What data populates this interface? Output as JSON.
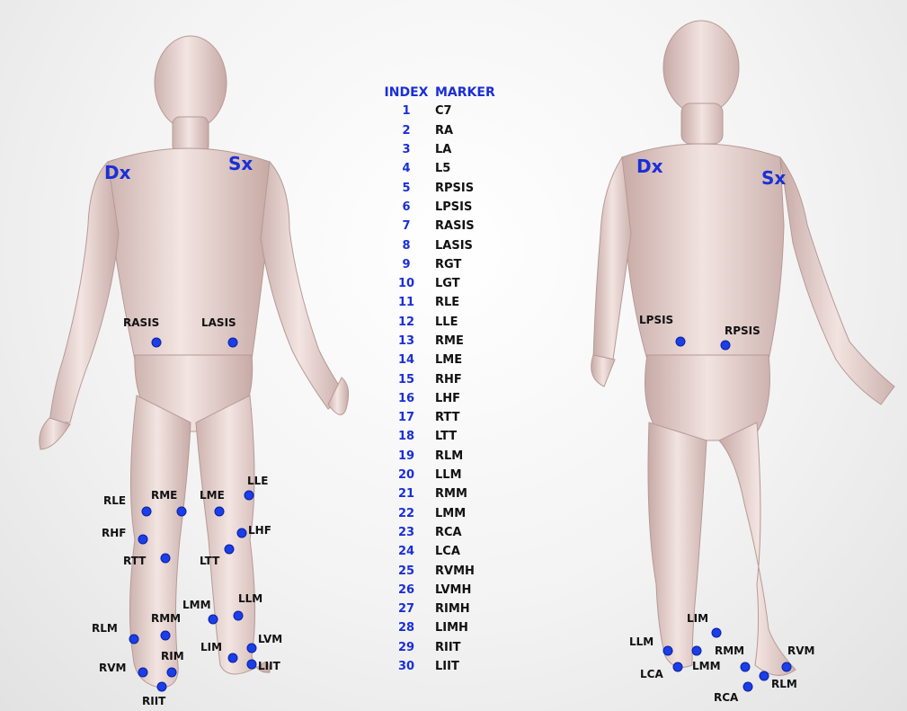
{
  "table": {
    "header_index": "INDEX",
    "header_marker": "MARKER",
    "rows": [
      {
        "index": "1",
        "marker": "C7"
      },
      {
        "index": "2",
        "marker": "RA"
      },
      {
        "index": "3",
        "marker": "LA"
      },
      {
        "index": "4",
        "marker": "L5"
      },
      {
        "index": "5",
        "marker": "RPSIS"
      },
      {
        "index": "6",
        "marker": "LPSIS"
      },
      {
        "index": "7",
        "marker": "RASIS"
      },
      {
        "index": "8",
        "marker": "LASIS"
      },
      {
        "index": "9",
        "marker": "RGT"
      },
      {
        "index": "10",
        "marker": "LGT"
      },
      {
        "index": "11",
        "marker": "RLE"
      },
      {
        "index": "12",
        "marker": "LLE"
      },
      {
        "index": "13",
        "marker": "RME"
      },
      {
        "index": "14",
        "marker": "LME"
      },
      {
        "index": "15",
        "marker": "RHF"
      },
      {
        "index": "16",
        "marker": "LHF"
      },
      {
        "index": "17",
        "marker": "RTT"
      },
      {
        "index": "18",
        "marker": "LTT"
      },
      {
        "index": "19",
        "marker": "RLM"
      },
      {
        "index": "20",
        "marker": "LLM"
      },
      {
        "index": "21",
        "marker": "RMM"
      },
      {
        "index": "22",
        "marker": "LMM"
      },
      {
        "index": "23",
        "marker": "RCA"
      },
      {
        "index": "24",
        "marker": "LCA"
      },
      {
        "index": "25",
        "marker": "RVMH"
      },
      {
        "index": "26",
        "marker": "LVMH"
      },
      {
        "index": "27",
        "marker": "RIMH"
      },
      {
        "index": "28",
        "marker": "LIMH"
      },
      {
        "index": "29",
        "marker": "RIIT"
      },
      {
        "index": "30",
        "marker": "LIIT"
      }
    ]
  },
  "front": {
    "side_right": "Dx",
    "side_left": "Sx",
    "labels": [
      "RASIS",
      "LASIS",
      "RLE",
      "RME",
      "LME",
      "LLE",
      "RHF",
      "LHF",
      "RTT",
      "LTT",
      "LMM",
      "LLM",
      "RMM",
      "RLM",
      "LVM",
      "LIM",
      "RIM",
      "RVM",
      "LIIT",
      "RIIT"
    ]
  },
  "back": {
    "side_right": "Dx",
    "side_left": "Sx",
    "labels": [
      "LPSIS",
      "RPSIS",
      "LIM",
      "LLM",
      "RMM",
      "RVM",
      "LMM",
      "LCA",
      "RLM",
      "RCA"
    ]
  },
  "colors": {
    "accent": "#1a2fd6",
    "marker_dot": "#1a3ee8",
    "body_fill": "#e9d6d3",
    "label_text": "#111111"
  }
}
